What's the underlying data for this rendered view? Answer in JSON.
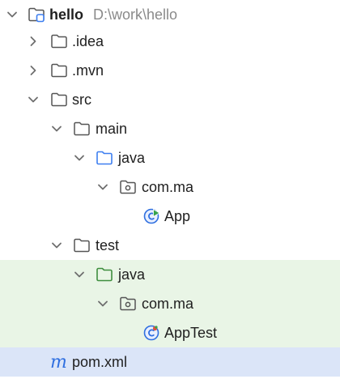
{
  "tree": {
    "root": {
      "label": "hello",
      "path": "D:\\work\\hello"
    },
    "items": [
      {
        "label": ".idea"
      },
      {
        "label": ".mvn"
      },
      {
        "label": "src"
      },
      {
        "label": "main"
      },
      {
        "label": "java"
      },
      {
        "label": "com.ma"
      },
      {
        "label": "App"
      },
      {
        "label": "test"
      },
      {
        "label": "java"
      },
      {
        "label": "com.ma"
      },
      {
        "label": "AppTest"
      },
      {
        "label": "pom.xml"
      }
    ]
  },
  "colors": {
    "test_background": "#e9f5e6",
    "selection_background": "#dbe5f8",
    "source_root_blue": "#3d7ef0",
    "test_root_green": "#3e8e3e",
    "maven_blue": "#2f6fe0"
  },
  "icons": {
    "module": "module-folder-icon",
    "folder": "folder-icon",
    "source_root": "source-root-folder-icon",
    "test_root": "test-root-folder-icon",
    "package": "package-icon",
    "class_runnable": "java-class-run-icon",
    "test_class": "java-test-class-icon",
    "maven": "maven-file-icon"
  }
}
